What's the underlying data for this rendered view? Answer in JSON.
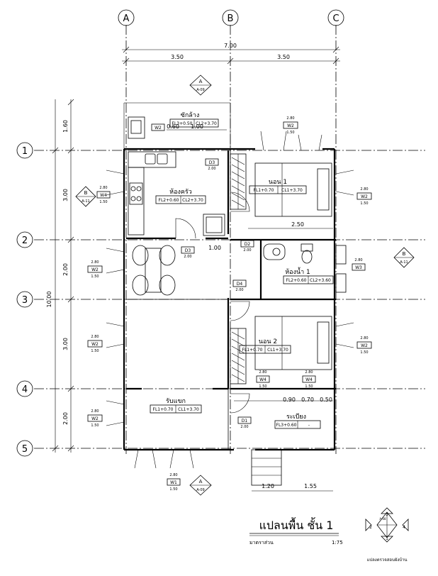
{
  "grid_columns": [
    "A",
    "B",
    "C"
  ],
  "grid_rows": [
    "1",
    "2",
    "3",
    "4",
    "5"
  ],
  "dims": {
    "top_total": "7.00",
    "top_a": "3.50",
    "top_b": "3.50",
    "left_total": "10.00",
    "left_1": "1.60",
    "left_2": "3.00",
    "left_3": "2.00",
    "left_4": "3.00",
    "left_5": "2.00",
    "porch_1": "0.60",
    "porch_2": "1.00",
    "bed1_width": "2.50",
    "passage": "1.00",
    "bath_1": "0.90",
    "bath_2": "0.70",
    "bath_3": "0.50",
    "stair_1": "1.20",
    "stair_2": "1.55"
  },
  "rooms": {
    "yard": {
      "name": "ซักล้าง",
      "level": "FL3+0.50",
      "ceiling": "CL2+3.70"
    },
    "kitchen": {
      "name": "ห้องครัว",
      "level": "FL2+0.60",
      "ceiling": "CL2+3.70"
    },
    "bed1": {
      "name": "นอน 1",
      "level": "FL1+0.70",
      "ceiling": "CL1+3.70"
    },
    "bath": {
      "name": "ห้องน้ำ 1",
      "level": "FL2+0.60",
      "ceiling": "CL2+3.60"
    },
    "bed2": {
      "name": "นอน 2",
      "level": "FL1+0.70",
      "ceiling": "CL1+3.70"
    },
    "living": {
      "name": "รับแขก",
      "level": "FL1+0.70",
      "ceiling": "CL1+3.70"
    },
    "terrace": {
      "name": "ระเบียง",
      "level": "FL3+0.60",
      "ceiling": "-"
    }
  },
  "doors": {
    "d1": "D1",
    "d2": "D2",
    "d3": "D3",
    "d3b": "D3",
    "d4": "D4",
    "d_height": "2.00"
  },
  "windows": {
    "w1": "W1",
    "w2": "W2",
    "w3": "W3",
    "w4": "W4",
    "w_head": "2.80",
    "w_sill": "1.50"
  },
  "section_marks": {
    "a": "A",
    "b": "B",
    "sheet": "A-09",
    "sheet_b": "A-11"
  },
  "elevation_marks": {
    "n1": "1",
    "n2": "2",
    "n3": "3",
    "n4": "4",
    "sheet": "A-08"
  },
  "footer": {
    "title": "แปลนพื้น ชั้น 1",
    "scale_label": "มาตราส่วน",
    "scale": "1:75",
    "legend_caption": "แปลงตรวจสอบผังบ้าน"
  }
}
